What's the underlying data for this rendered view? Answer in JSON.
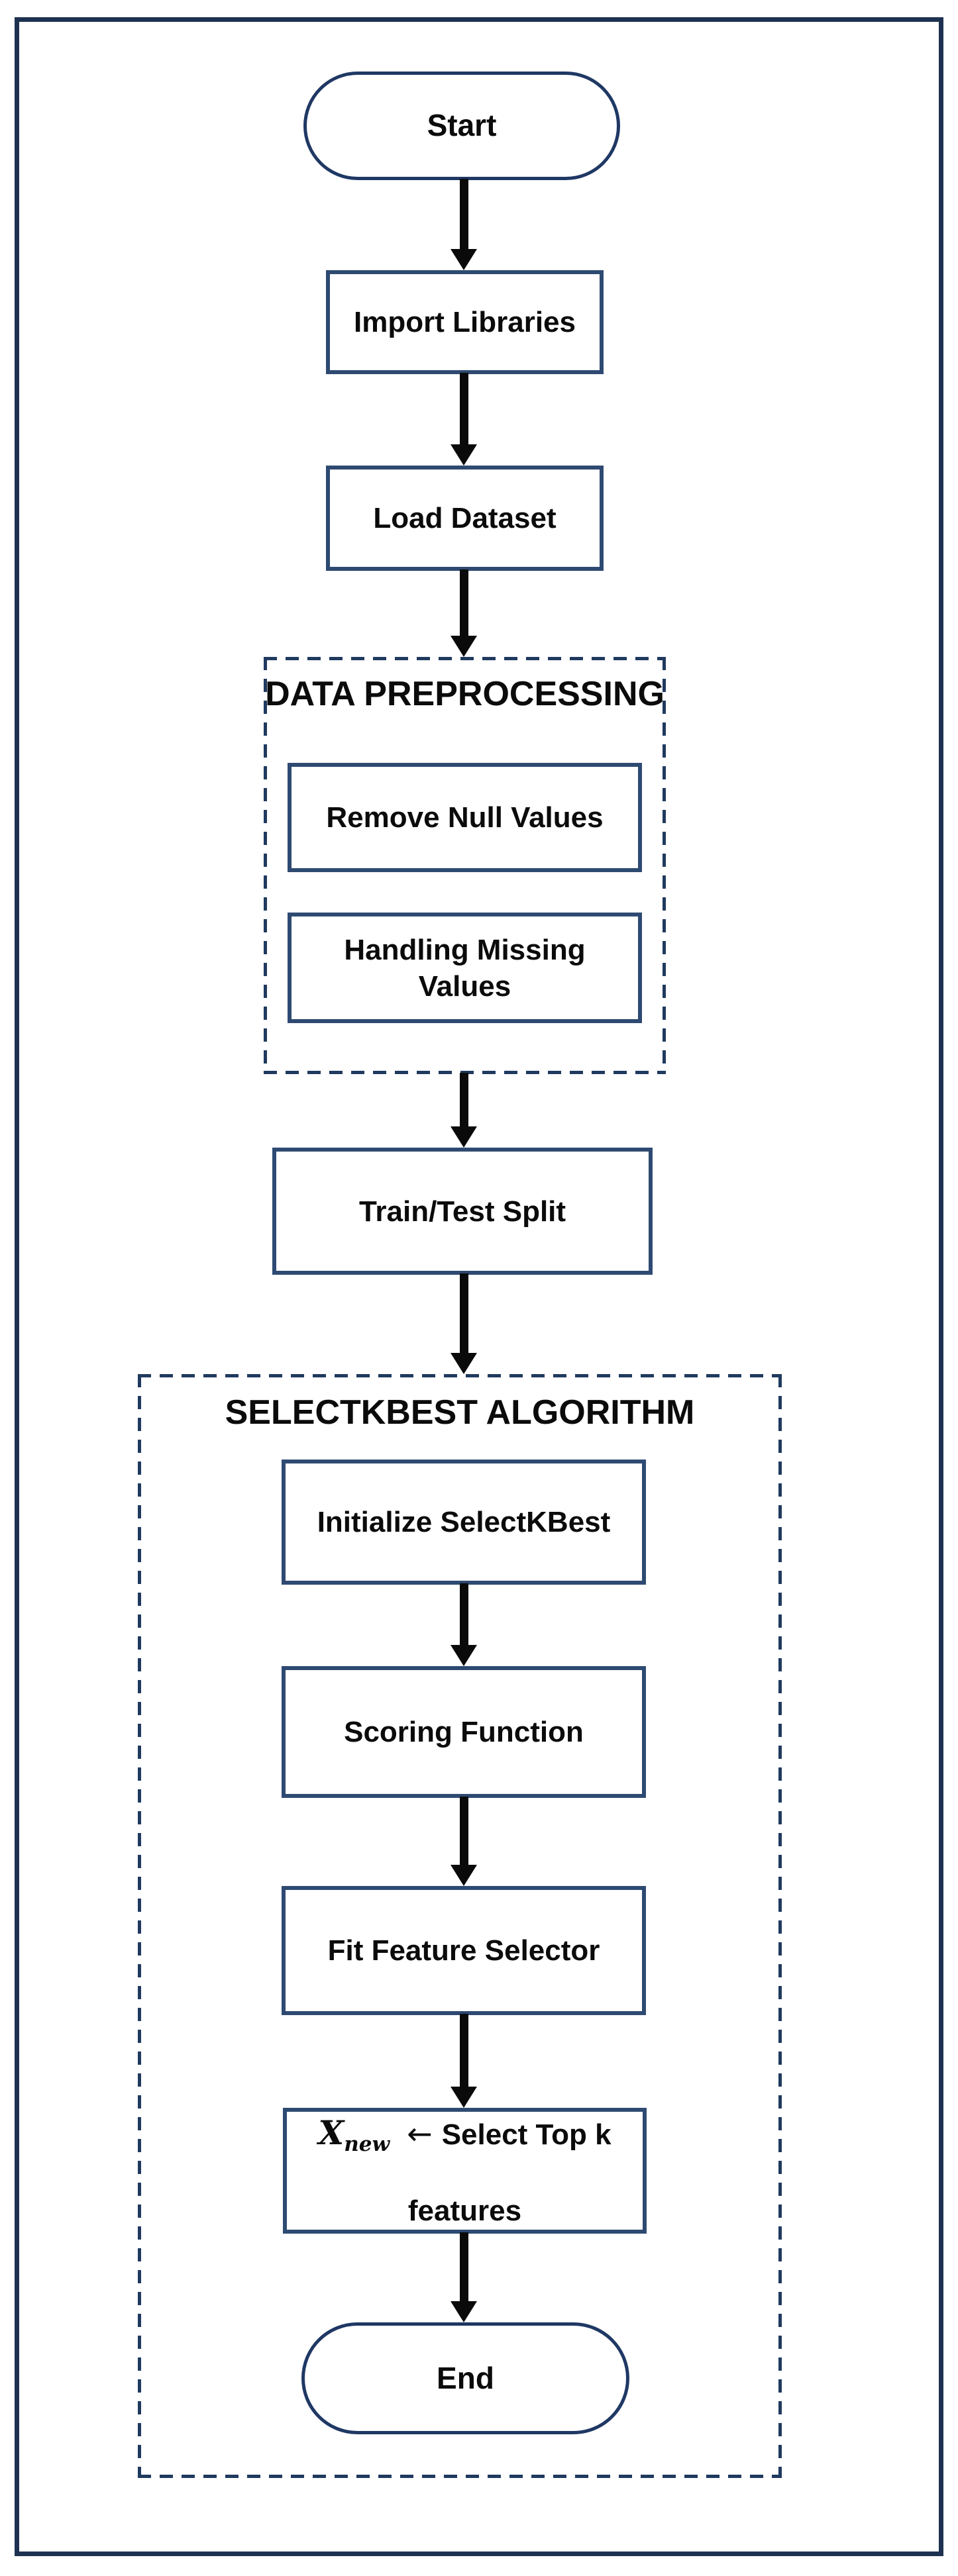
{
  "flowchart": {
    "nodes": {
      "start": {
        "label": "Start"
      },
      "import_libraries": {
        "label": "Import Libraries"
      },
      "load_dataset": {
        "label": "Load Dataset"
      },
      "remove_null_values": {
        "label": "Remove Null Values"
      },
      "handling_missing_values": {
        "label": "Handling Missing\nValues"
      },
      "train_test_split": {
        "label": "Train/Test Split"
      },
      "initialize_selectkbest": {
        "label": "Initialize SelectKBest"
      },
      "scoring_function": {
        "label": "Scoring Function"
      },
      "fit_feature_selector": {
        "label": "Fit Feature Selector"
      },
      "select_top_k": {
        "var": "X",
        "subscript": "new",
        "arrow": "←",
        "text": "Select Top k",
        "text_line2": "features"
      },
      "end": {
        "label": "End"
      }
    },
    "sections": {
      "data_preprocessing": {
        "title": "DATA PREPROCESSING"
      },
      "selectkbest_algorithm": {
        "title": "SELECTKBEST ALGORITHM"
      }
    },
    "colors": {
      "outer_border": "#1e3150",
      "box_border": "#2e4a72",
      "terminal_border": "#1f3864",
      "dashed_border": "#203a5f",
      "arrow": "#0a0a0a",
      "text": "#0b0b0b",
      "background": "#ffffff"
    }
  }
}
